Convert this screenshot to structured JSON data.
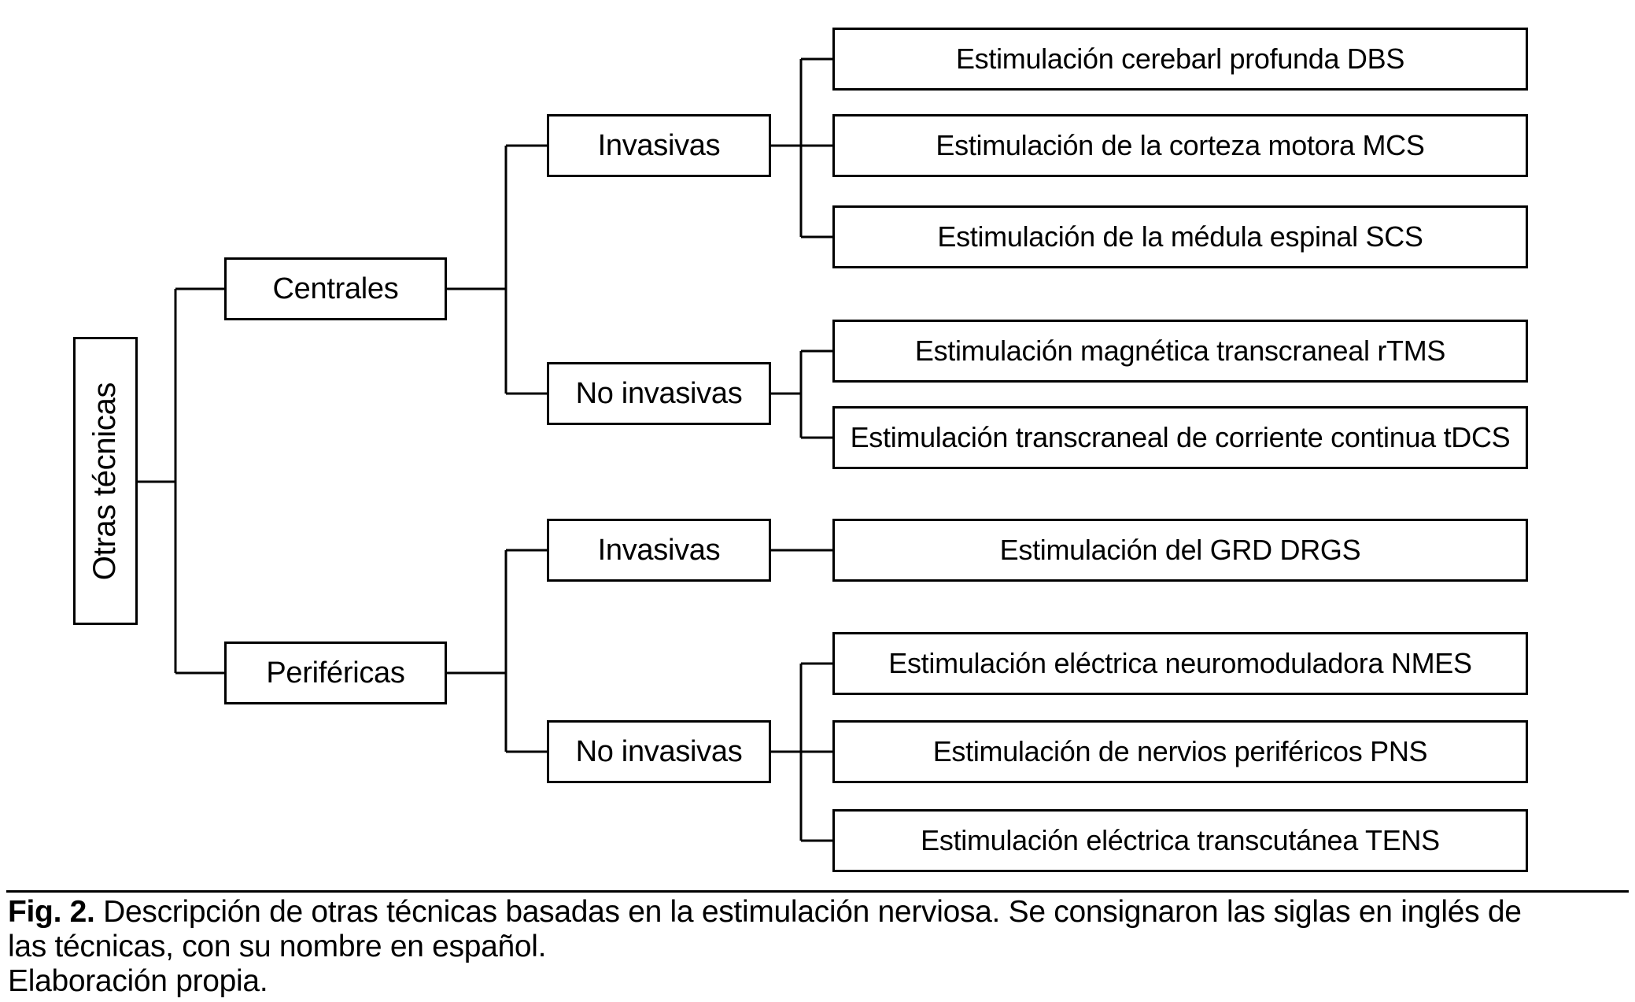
{
  "diagram": {
    "root": {
      "label": "Otras técnicas"
    },
    "level2": {
      "centrales": {
        "label": "Centrales"
      },
      "perifericas": {
        "label": "Periféricas"
      }
    },
    "level3": {
      "centrales_invasivas": {
        "label": "Invasivas"
      },
      "centrales_no_invasivas": {
        "label": "No invasivas"
      },
      "perifericas_invasivas": {
        "label": "Invasivas"
      },
      "perifericas_no_invasivas": {
        "label": "No invasivas"
      }
    },
    "leaves": {
      "dbs": {
        "label": "Estimulación cerebarl profunda DBS"
      },
      "mcs": {
        "label": "Estimulación de la corteza motora MCS"
      },
      "scs": {
        "label": "Estimulación de la médula espinal SCS"
      },
      "rtms": {
        "label": "Estimulación magnética transcraneal rTMS"
      },
      "tdcs": {
        "label": "Estimulación transcraneal de corriente continua tDCS"
      },
      "drgs": {
        "label": "Estimulación del GRD DRGS"
      },
      "nmes": {
        "label": "Estimulación eléctrica neuromoduladora NMES"
      },
      "pns": {
        "label": "Estimulación de nervios periféricos PNS"
      },
      "tens": {
        "label": "Estimulación eléctrica transcutánea TENS"
      }
    },
    "colors": {
      "line": "#000000",
      "box_background": "#ffffff",
      "text": "#000000"
    }
  },
  "caption": {
    "fig_label": "Fig. 2.",
    "line1": " Descripción de otras técnicas basadas en la estimulación nerviosa. Se consignaron las siglas en inglés de",
    "line2": "las técnicas, con su nombre en español.",
    "line3": "Elaboración propia."
  }
}
